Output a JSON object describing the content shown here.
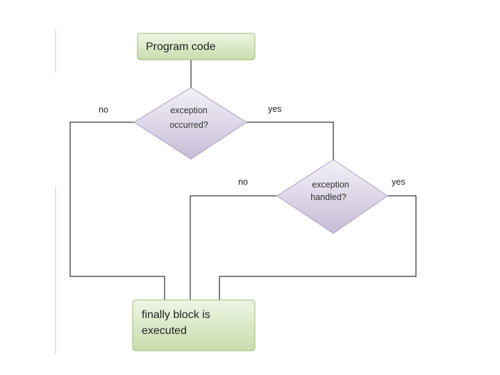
{
  "nodes": {
    "start": "Program code",
    "decision_1": [
      "exception",
      "occurred?"
    ],
    "decision_2": [
      "exception",
      "handled?"
    ],
    "end": [
      "finally block is",
      "executed"
    ]
  },
  "edges": {
    "d1_no": "no",
    "d1_yes": "yes",
    "d2_no": "no",
    "d2_yes": "yes"
  },
  "colors": {
    "box_fill_top": "#eef5e4",
    "box_fill_bottom": "#c9ddad",
    "box_stroke": "#9cb877",
    "diamond_fill_top": "#f3f0f7",
    "diamond_fill_bottom": "#c8bfd8",
    "diamond_stroke": "#a79cbf"
  }
}
